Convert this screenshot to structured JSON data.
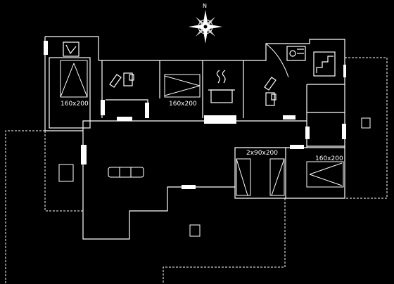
{
  "compass": {
    "north_label": "N"
  },
  "rooms": {
    "bedroom_top_left": {
      "bed_size": "160x200"
    },
    "bedroom_middle": {
      "bed_size": "160x200"
    },
    "bedroom_bunk": {
      "bed_size": "2x90x200"
    },
    "bedroom_right": {
      "bed_size": "160x200"
    }
  },
  "colors": {
    "background": "#000000",
    "line": "#ffffff",
    "opening": "#ffffff"
  }
}
